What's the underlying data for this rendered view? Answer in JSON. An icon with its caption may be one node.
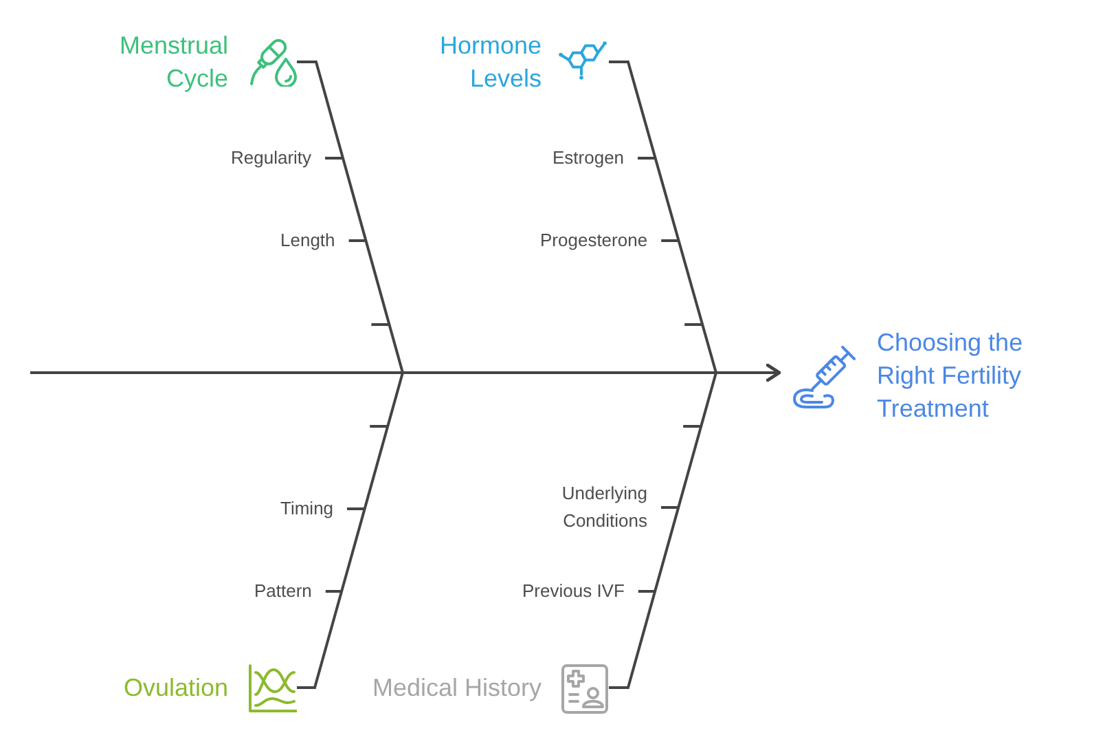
{
  "diagram": {
    "nodes": [
      {
        "text": [
          "Menstrual Cycle"
        ]
      },
      {
        "text": [
          "Regularity"
        ]
      },
      {
        "text": [
          "Length"
        ]
      },
      {
        "text": [
          "Hormone Levels"
        ]
      },
      {
        "text": [
          "Estrogen"
        ]
      },
      {
        "text": [
          "Progesterone"
        ]
      },
      {
        "text": [
          "Choosing the Right Fertility Treatment"
        ]
      },
      {
        "text": [
          "Timing"
        ]
      },
      {
        "text": [
          "Pattern"
        ]
      },
      {
        "text": [
          "Ovulation"
        ]
      },
      {
        "text": [
          "Underlying Conditions"
        ]
      },
      {
        "text": [
          "Previous IVF"
        ]
      },
      {
        "text": [
          "Medical History"
        ]
      }
    ],
    "edges": [
      {
        "from": null,
        "to": 6,
        "arrow": "to"
      },
      {
        "from": 0,
        "to": 6,
        "arrow": "to"
      },
      {
        "from": 3,
        "to": 6,
        "arrow": "to"
      },
      {
        "from": 9,
        "to": 6,
        "arrow": "to"
      },
      {
        "from": 12,
        "to": 6,
        "arrow": "to"
      },
      {
        "from": 1,
        "to": null,
        "arrow": "none"
      },
      {
        "from": 2,
        "to": null,
        "arrow": "none"
      },
      {
        "from": 4,
        "to": null,
        "arrow": "none"
      },
      {
        "from": 5,
        "to": null,
        "arrow": "none"
      },
      {
        "from": 7,
        "to": null,
        "arrow": "none"
      },
      {
        "from": 8,
        "to": null,
        "arrow": "none"
      },
      {
        "from": 10,
        "to": null,
        "arrow": "none"
      },
      {
        "from": 11,
        "to": null,
        "arrow": "none"
      }
    ]
  }
}
